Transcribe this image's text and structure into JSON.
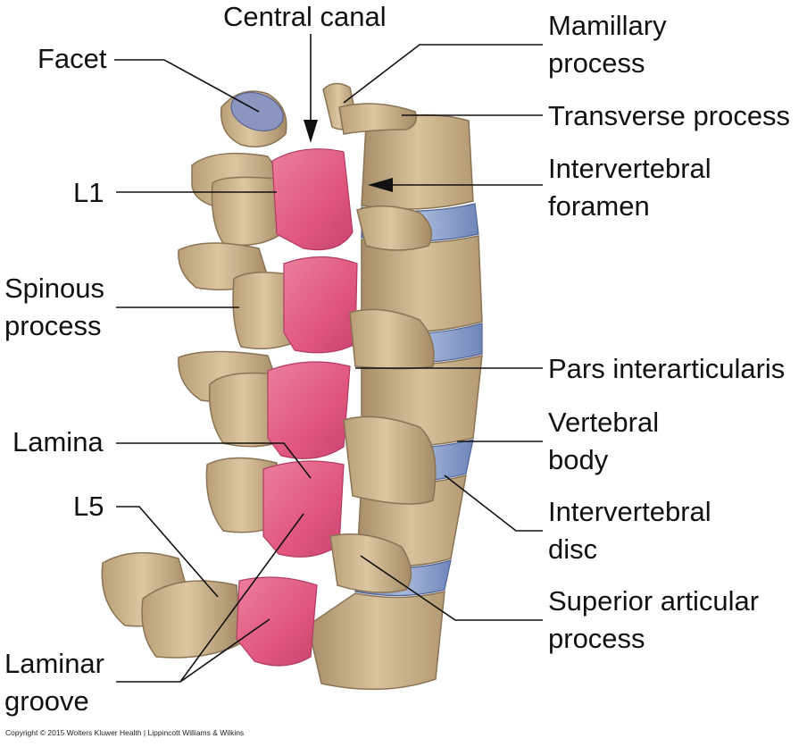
{
  "labels": {
    "central_canal": [
      "Central canal"
    ],
    "facet": [
      "Facet"
    ],
    "mamillary_process": [
      "Mamillary",
      "process"
    ],
    "transverse_process": [
      "Transverse process"
    ],
    "intervertebral_foramen": [
      "Intervertebral",
      "foramen"
    ],
    "l1": [
      "L1"
    ],
    "spinous_process": [
      "Spinous",
      "process"
    ],
    "pars_interarticularis": [
      "Pars interarticularis"
    ],
    "vertebral_body": [
      "Vertebral",
      "body"
    ],
    "lamina": [
      "Lamina"
    ],
    "intervertebral_disc": [
      "Intervertebral",
      "disc"
    ],
    "l5": [
      "L5"
    ],
    "superior_articular_process": [
      "Superior articular",
      "process"
    ],
    "laminar_groove": [
      "Laminar",
      "groove"
    ]
  },
  "copyright": "Copyright © 2015 Wolters Kluwer Health | Lippincott Williams & Wilkins",
  "colors": {
    "bone": "#d6c09a",
    "bone_shadow": "#9f8763",
    "lamina": "#e2577f",
    "disc": "#7f95c4",
    "facet": "#8c94c0",
    "leader": "#111111"
  }
}
